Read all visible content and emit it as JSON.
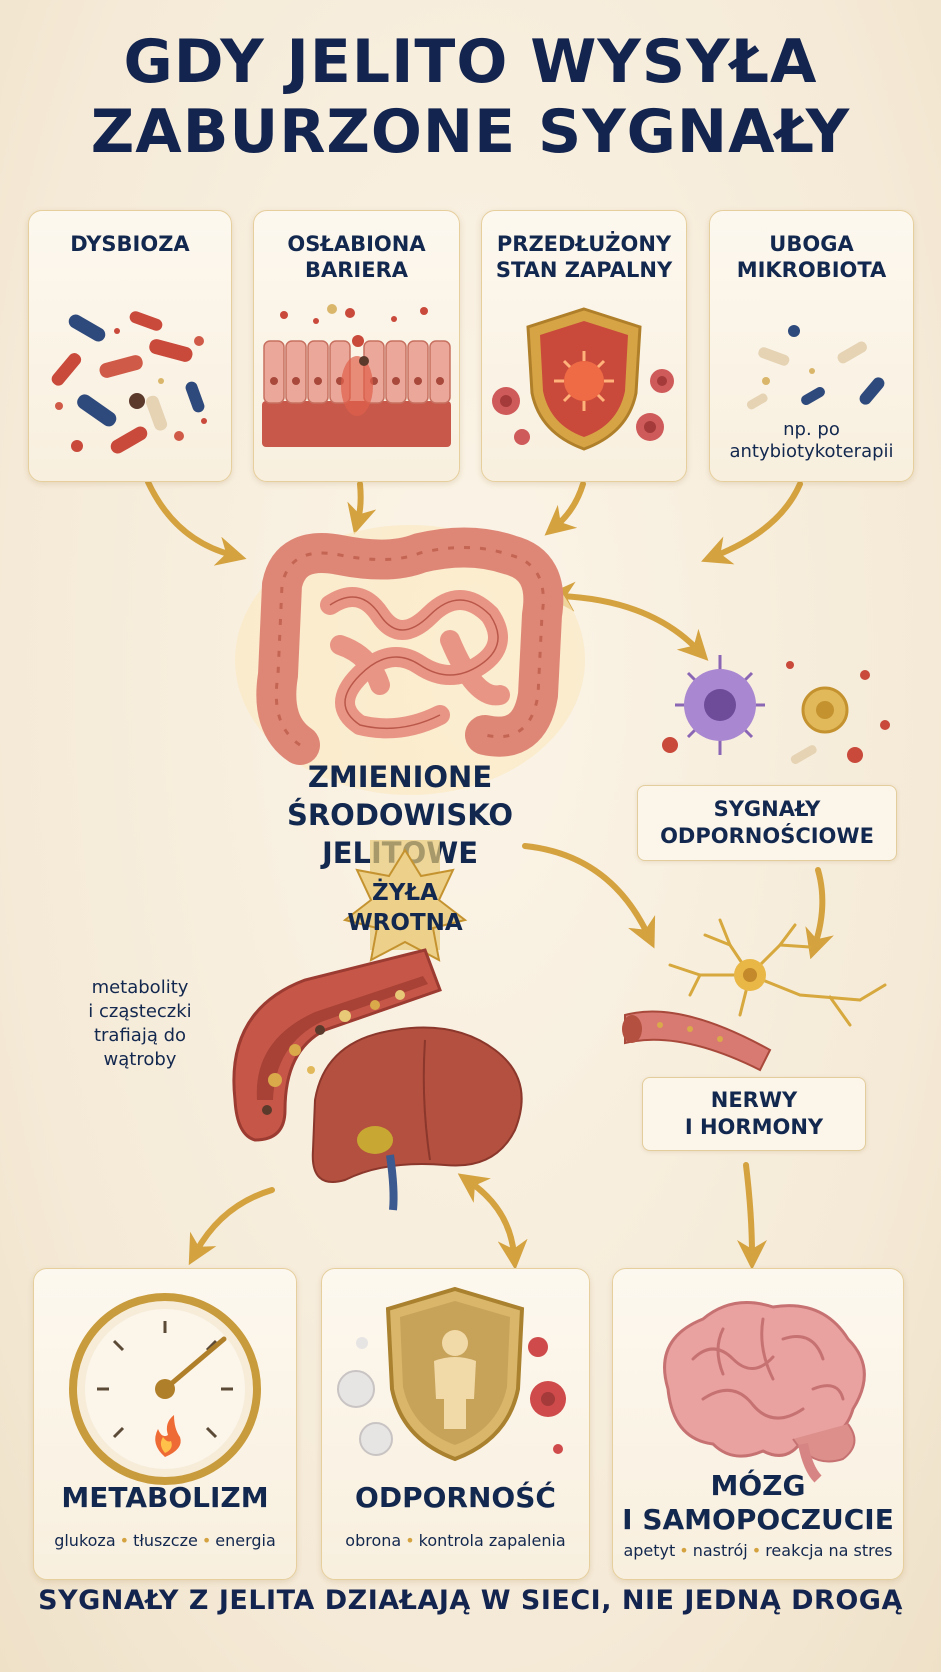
{
  "title_line1": "GDY JELITO WYSYŁA",
  "title_line2": "ZABURZONE SYGNAŁY",
  "top_cards": [
    {
      "title": "DYSBIOZA",
      "icon": "bacteria-mix-icon"
    },
    {
      "title": "OSŁABIONA\nBARIERA",
      "icon": "intestinal-barrier-icon"
    },
    {
      "title": "PRZEDŁUŻONY\nSTAN ZAPALNY",
      "icon": "inflamed-shield-icon"
    },
    {
      "title": "UBOGA\nMIKROBIOTA",
      "icon": "sparse-bacteria-icon",
      "note": "np. po\nantybiotykoterapii"
    }
  ],
  "gut_label": "ZMIENIONE\nŚRODOWISKO JELITOWE",
  "immune_label": "SYGNAŁY\nODPORNOŚCIOWE",
  "portal_label": "ŻYŁA\nWROTNA",
  "liver_note": "metabolity\ni cząsteczki\ntrafiają do\nwątroby",
  "nerves_label": "NERWY\nI HORMONY",
  "bottom_cards": [
    {
      "title": "METABOLIZM",
      "items": [
        "glukoza",
        "tłuszcze",
        "energia"
      ],
      "icon": "gauge-icon"
    },
    {
      "title": "ODPORNOŚĆ",
      "items": [
        "obrona",
        "kontrola zapalenia"
      ],
      "icon": "immune-shield-icon"
    },
    {
      "title": "MÓZG\nI SAMOPOCZUCIE",
      "items": [
        "apetyt",
        "nastrój",
        "reakcja na stres"
      ],
      "icon": "brain-icon"
    }
  ],
  "footer": "SYGNAŁY Z JELITA DZIAŁAJĄ W SIECI, NIE JEDNĄ DROGĄ",
  "colors": {
    "navy": "#13284f",
    "gold": "#d4a23f",
    "card_border": "#e6cf9d",
    "tissue": "#e08a78"
  }
}
